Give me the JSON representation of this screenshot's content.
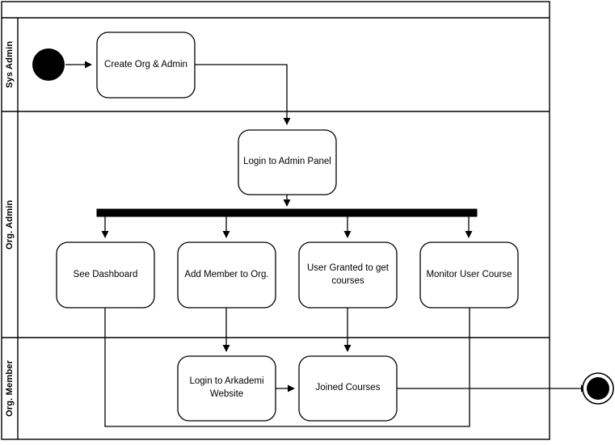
{
  "diagram": {
    "type": "uml-activity-swimlane",
    "background": "#ffffff",
    "stroke_color": "#000000",
    "fill_color": "#ffffff",
    "title": ""
  },
  "lanes": [
    {
      "id": "sys-admin",
      "label": "Sys Admin"
    },
    {
      "id": "org-admin",
      "label": "Org. Admin"
    },
    {
      "id": "org-member",
      "label": "Org. Member"
    }
  ],
  "nodes": {
    "start": {
      "name": "start-node",
      "label": ""
    },
    "create_org_admin": {
      "label": "Create Org & Admin"
    },
    "login_admin_panel": {
      "label": "Login to Admin Panel"
    },
    "fork": {
      "name": "fork-bar",
      "label": ""
    },
    "see_dashboard": {
      "label": "See Dashboard"
    },
    "add_member": {
      "label": "Add Member to Org."
    },
    "user_granted": {
      "label": "User Granted to get courses"
    },
    "monitor_course": {
      "label": "Monitor User Course"
    },
    "login_arkademi": {
      "label": "Login to Arkademi Website"
    },
    "joined_courses": {
      "label": "Joined Courses"
    },
    "end": {
      "name": "end-node",
      "label": ""
    }
  }
}
